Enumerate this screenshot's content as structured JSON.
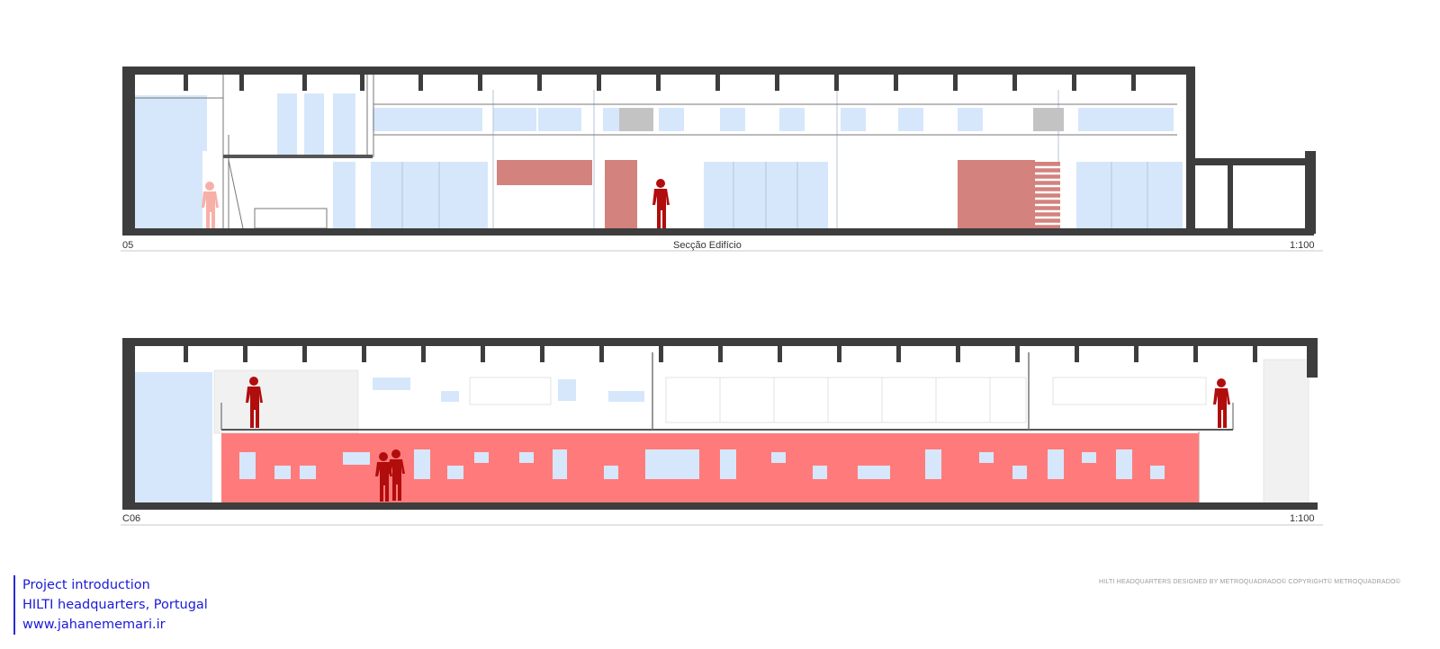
{
  "section_a": {
    "code": "05",
    "title": "Secção Edifício",
    "scale": "1:100"
  },
  "section_b": {
    "code": "C06",
    "scale": "1:100"
  },
  "credit": {
    "line1": "Project introduction",
    "line2": "HILTI headquarters, Portugal",
    "line3": "www.jahanememari.ir"
  },
  "copyright": "HILTI HEADQUARTERS DESIGNED BY METROQUADRADO© COPYRIGHT© METROQUADRADO©",
  "colors": {
    "structure": "#3d3d3d",
    "glazing": "#d6e7fb",
    "panel_red": "#d3827d",
    "wall_red": "#ff7b7b",
    "figure_red": "#b10d0d",
    "figure_faded": "#f7b0a8",
    "highlight_grey": "#c3c3c3"
  }
}
